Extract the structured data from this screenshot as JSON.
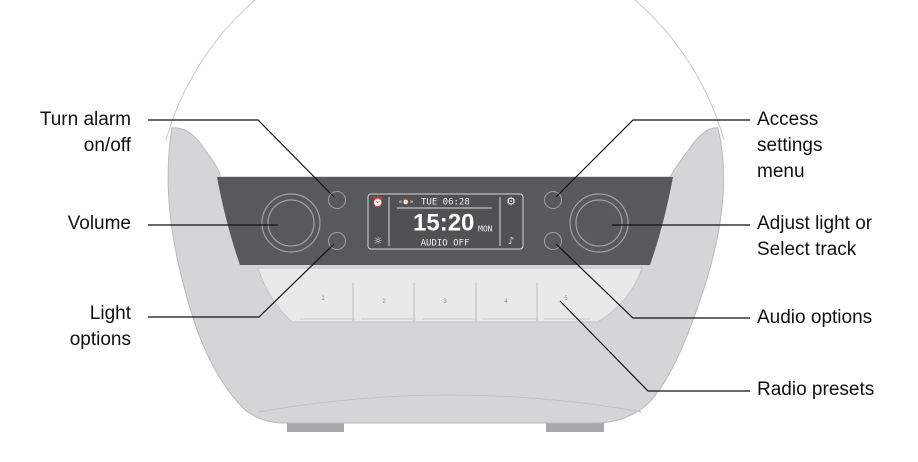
{
  "labels": {
    "turn_alarm": [
      "Turn alarm",
      "on/off"
    ],
    "volume": [
      "Volume"
    ],
    "light_options": [
      "Light",
      "options"
    ],
    "access_settings": [
      "Access",
      "settings",
      "menu"
    ],
    "adjust_light": [
      "Adjust light or",
      "Select track"
    ],
    "audio_options": [
      "Audio options"
    ],
    "radio_presets": [
      "Radio presets"
    ]
  },
  "display": {
    "alarm_time": "TUE 06:28",
    "clock": "15:20",
    "day": "MON",
    "status": "AUDIO OFF",
    "icons": [
      "alarm-clock-icon",
      "sunrise-light-icon",
      "settings-gear-icon",
      "music-note-icon",
      "radio-alarm-icon"
    ]
  },
  "presets": [
    "1",
    "2",
    "3",
    "4",
    "5"
  ],
  "colors": {
    "body": "#d4d5d6",
    "panel": "#58595b",
    "line": "#111111"
  }
}
